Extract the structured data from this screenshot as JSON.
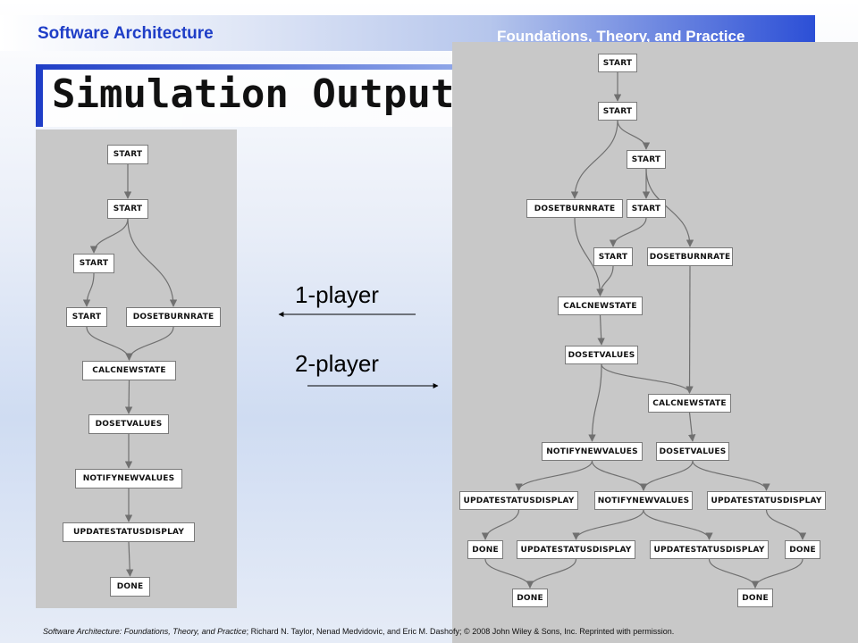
{
  "header": {
    "course": "Software Architecture",
    "subtitle": "Foundations, Theory, and Practice",
    "title": "Simulation Output"
  },
  "labels": {
    "one_player": "1-player",
    "two_player": "2-player"
  },
  "footer": {
    "italic": "Software Architecture: Foundations, Theory, and Practice",
    "rest": "; Richard N. Taylor, Nenad Medvidovic, and Eric M. Dashofy; © 2008 John Wiley & Sons, Inc. Reprinted with permission."
  },
  "left_graph": {
    "nodes": [
      {
        "id": "L1",
        "label": "START"
      },
      {
        "id": "L2",
        "label": "START"
      },
      {
        "id": "L3",
        "label": "START"
      },
      {
        "id": "L4",
        "label": "START"
      },
      {
        "id": "L5",
        "label": "DOSETBURNRATE"
      },
      {
        "id": "L6",
        "label": "CALCNEWSTATE"
      },
      {
        "id": "L7",
        "label": "DOSETVALUES"
      },
      {
        "id": "L8",
        "label": "NOTIFYNEWVALUES"
      },
      {
        "id": "L9",
        "label": "UPDATESTATUSDISPLAY"
      },
      {
        "id": "L10",
        "label": "DONE"
      }
    ],
    "edges": [
      [
        "L1",
        "L2"
      ],
      [
        "L2",
        "L3"
      ],
      [
        "L2",
        "L5"
      ],
      [
        "L3",
        "L4"
      ],
      [
        "L4",
        "L6"
      ],
      [
        "L5",
        "L6"
      ],
      [
        "L6",
        "L7"
      ],
      [
        "L7",
        "L8"
      ],
      [
        "L8",
        "L9"
      ],
      [
        "L9",
        "L10"
      ]
    ]
  },
  "right_graph": {
    "nodes": [
      {
        "id": "R1",
        "label": "START"
      },
      {
        "id": "R2",
        "label": "START"
      },
      {
        "id": "R3",
        "label": "START"
      },
      {
        "id": "R4",
        "label": "DOSETBURNRATE"
      },
      {
        "id": "R5",
        "label": "START"
      },
      {
        "id": "R6",
        "label": "START"
      },
      {
        "id": "R7",
        "label": "DOSETBURNRATE"
      },
      {
        "id": "R8",
        "label": "CALCNEWSTATE"
      },
      {
        "id": "R9",
        "label": "DOSETVALUES"
      },
      {
        "id": "R10",
        "label": "CALCNEWSTATE"
      },
      {
        "id": "R11",
        "label": "NOTIFYNEWVALUES"
      },
      {
        "id": "R12",
        "label": "DOSETVALUES"
      },
      {
        "id": "R13",
        "label": "UPDATESTATUSDISPLAY"
      },
      {
        "id": "R14",
        "label": "NOTIFYNEWVALUES"
      },
      {
        "id": "R15",
        "label": "UPDATESTATUSDISPLAY"
      },
      {
        "id": "R16",
        "label": "DONE"
      },
      {
        "id": "R17",
        "label": "UPDATESTATUSDISPLAY"
      },
      {
        "id": "R18",
        "label": "UPDATESTATUSDISPLAY"
      },
      {
        "id": "R19",
        "label": "DONE"
      },
      {
        "id": "R20",
        "label": "DONE"
      },
      {
        "id": "R21",
        "label": "DONE"
      }
    ],
    "edges": [
      [
        "R1",
        "R2"
      ],
      [
        "R2",
        "R3"
      ],
      [
        "R2",
        "R4"
      ],
      [
        "R3",
        "R5"
      ],
      [
        "R3",
        "R7"
      ],
      [
        "R5",
        "R6"
      ],
      [
        "R4",
        "R8"
      ],
      [
        "R6",
        "R8"
      ],
      [
        "R8",
        "R9"
      ],
      [
        "R9",
        "R10"
      ],
      [
        "R7",
        "R10"
      ],
      [
        "R9",
        "R11"
      ],
      [
        "R10",
        "R12"
      ],
      [
        "R11",
        "R13"
      ],
      [
        "R11",
        "R14"
      ],
      [
        "R12",
        "R14"
      ],
      [
        "R12",
        "R15"
      ],
      [
        "R13",
        "R16"
      ],
      [
        "R14",
        "R17"
      ],
      [
        "R14",
        "R18"
      ],
      [
        "R15",
        "R19"
      ],
      [
        "R16",
        "R20"
      ],
      [
        "R17",
        "R20"
      ],
      [
        "R18",
        "R21"
      ],
      [
        "R19",
        "R21"
      ]
    ]
  }
}
